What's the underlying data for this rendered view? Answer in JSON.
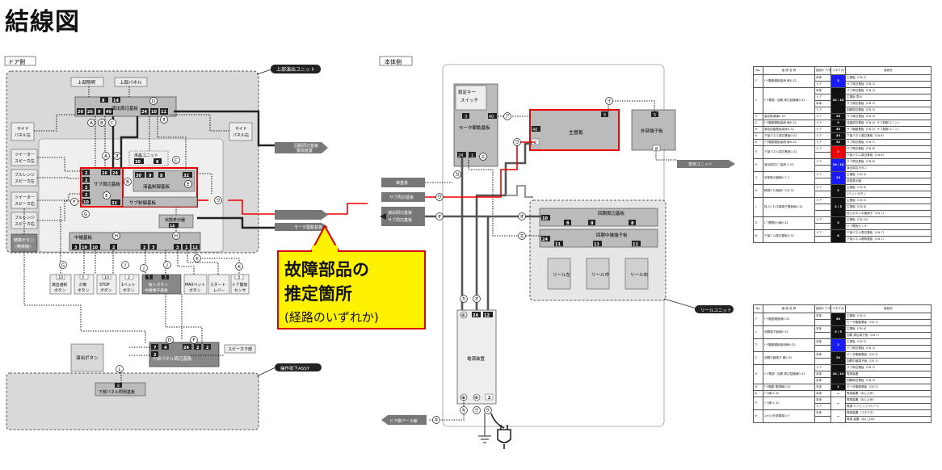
{
  "page": {
    "title": "結線図"
  },
  "sections": {
    "door_side": "ドア側",
    "body_side": "本体側",
    "upper_unit": "上部演出ユニット",
    "reel_unit": "リールユニット",
    "operation_assy": "操作部下ASSY"
  },
  "callout": {
    "line1": "故障部品の",
    "line2": "推定箇所",
    "line3": "(経路のいずれか)"
  },
  "door": {
    "upper_light": "上部照明",
    "upper_panel": "上部パネル",
    "effect_board": "演出周辺基板",
    "side_panel_l1": "サイド",
    "side_panel_l2": "パネル左",
    "side_panel_r1": "サイド",
    "side_panel_r2": "パネル右",
    "tweeter_l1": "ツイーター",
    "tweeter_l2": "スピーカ左",
    "fullrange_l1": "フルレンジ",
    "fullrange_l2": "スピーカ左",
    "tweeter_r1": "ツイーター",
    "tweeter_r2": "スピーカ右",
    "fullrange_r1": "フルレンジ",
    "fullrange_r2": "スピーカ右",
    "lcd_unit": "液晶ユニット",
    "lcd_board": "液晶制御基板",
    "sub_board": "サブ周辺基板",
    "sub_ctrl": "サブ制御基板",
    "status_ind": "状態表示器",
    "middle_relay": "中継基板",
    "btn1": "精算ボタン",
    "btn1b": "(精算機)",
    "btn_a1": "演出選択",
    "btn_a2": "ボタン",
    "btn_b1": "計数",
    "btn_b2": "ボタン",
    "btn_c1": "STOP",
    "btn_c2": "ボタン",
    "btn_d1": "1ベット",
    "btn_d2": "ボタン",
    "relay_term1": "投入ボタン",
    "relay_term2": "中継端子基板",
    "btn_e1": "MAXベット",
    "btn_e2": "ボタン",
    "btn_f1": "スタート",
    "btn_f2": "レバー",
    "btn_g1": "ドア開放",
    "btn_g2": "センサ",
    "speaker_lower": "スピーカ下部",
    "lower_panel_board": "下部パネル周辺基板",
    "effect_button": "演出ボタン",
    "lower_light_board": "下部パネル照明基板"
  },
  "body": {
    "setting_key1": "設定キー",
    "setting_key2": "スイッチ",
    "motor_board": "モータ駆動基板",
    "main_board": "主基板",
    "external_term": "外部端子板",
    "dedicated_unit": "専用ユニット",
    "door_board": "扉基板",
    "sub_periph": "サブ周辺基板",
    "effect_periph": "演出周辺基板",
    "sub_periph2": "サブ周辺基板",
    "motor_board2": "モータ駆動基板",
    "effect_periph_dev1": "回胴周辺基板",
    "effect_periph_dev2": "電源装置",
    "reel_board": "回胴周辺基板",
    "reel_relay": "回胴中継端子板",
    "reel_l": "リール左",
    "reel_c": "リール中",
    "reel_r": "リール右",
    "power": "電源装置",
    "door_ground": "ドア側アース線"
  },
  "table1": {
    "headers": [
      "No.",
      "接 続 名 称",
      "接続ドア/本体",
      "コネクタ/ピン数",
      "接続先"
    ],
    "rows": [
      {
        "no": "ア",
        "name": "ﾓｰﾀ駆動基板接続 線0-32",
        "side": [
          "本体",
          "ドア"
        ],
        "code": "3",
        "color": "blue",
        "dest": [
          "主基板（CN 2）",
          "サブ周辺基板（CN 2）"
        ]
      },
      {
        "no": "イ",
        "name": "ﾓｰﾀ電源・回胴 周辺回路線0-32",
        "side": [
          "本体",
          "ドア",
          "本体",
          "ドア"
        ],
        "code": "24 / 10",
        "color": "",
        "dest": [
          "サブ周辺基板（CN 2）",
          "主基板 表示",
          "サブ周辺基板（CN 5）",
          "回胴周辺基板（CN 5）"
        ]
      },
      {
        "no": "ウ",
        "name": "演出電源線0-32",
        "side": [
          "ドア"
        ],
        "code": "26",
        "color": "",
        "dest": [
          "サブ周辺基板（CN 3）"
        ]
      },
      {
        "no": "エ",
        "name": "ﾓｰﾀ駆動基板接続 線0-32",
        "side": [
          "ドア"
        ],
        "code": "9",
        "color": "",
        "dest": [
          "液晶周辺基板（CN 4）サブ制御ユニット"
        ]
      },
      {
        "no": "オ",
        "name": "演出回路基板接続0-32",
        "side": [
          "ドア"
        ],
        "code": "40",
        "color": "",
        "dest": [
          "サブ駆動基板（CN 5）サブ制御ユニット"
        ]
      },
      {
        "no": "カ",
        "name": "下部パネル周辺基板0-32",
        "side": [
          "ドア"
        ],
        "code": "24",
        "color": "",
        "dest": [
          "下部パネル周辺基板（CN 8）"
        ]
      },
      {
        "no": "キ",
        "name": "ﾓｰﾀ駆動基板接続 線0-32",
        "side": [
          "ドア"
        ],
        "code": "32",
        "color": "",
        "dest": [
          "サブ周辺基板（CN 1）"
        ]
      },
      {
        "no": "ク",
        "name": "下部パネル周辺基板0-32",
        "side": [
          "ドア"
        ],
        "code": "2",
        "color": "red",
        "dest": [
          "サブ周辺基板（CN 8）",
          "下部パネル周辺基板（CN 8）"
        ]
      },
      {
        "no": "ケ",
        "name": "演出周辺ｻﾌﾞ接続 0-32",
        "side": [
          "ドア"
        ],
        "code": "16 / 10",
        "color": "blue",
        "dest": [
          "サブ周辺基板（CN 6）",
          "演出周辺ボタン"
        ]
      },
      {
        "no": "コ",
        "name": "状態表示器線0-7-2",
        "side": [
          "ドア"
        ],
        "code": "14",
        "color": "blue",
        "dest": [
          "主基板（CN 3）",
          "状態表示器"
        ]
      },
      {
        "no": "サ",
        "name": "精算ﾎﾞﾀﾝ接続ﾊｰﾈｽ0-32",
        "side": [
          "ドア"
        ],
        "code": "2",
        "color": "",
        "dest": [
          "主基板（CN 9）",
          "1ベットボタン"
        ]
      },
      {
        "no": "シ",
        "name": "投入ﾎﾞﾀﾝ中継端子基板線0-32",
        "side": [
          "ドア"
        ],
        "code": "2 / 3",
        "color": "",
        "dest": [
          "主基板（CN 5）",
          "主基板（CN 8）",
          "投入ボタン中継端子（CN 1）"
        ]
      },
      {
        "no": "ス",
        "name": "ﾄﾞｱ開閉ｾﾝｻ線0-32",
        "side": [
          "ドア"
        ],
        "code": "3",
        "color": "",
        "dest": [
          "主基板（CN 10）",
          "ドア開放センサ"
        ]
      },
      {
        "no": "セ",
        "name": "下部ﾊﾟﾈﾙ周辺基板0-32",
        "side": [
          "ドア"
        ],
        "code": "8",
        "color": "",
        "dest": [
          "下部パネル周辺基板（CN 7）",
          "下部パネル照明基板（CN 1）"
        ]
      }
    ]
  },
  "table2": {
    "headers": [
      "No.",
      "接 続 名 称",
      "接続ドア/本体",
      "コネクタ/ピン数",
      "接続先"
    ],
    "rows": [
      {
        "no": "ア",
        "name": "ﾓｰﾀ駆動基板線0-32",
        "side": [
          "本体"
        ],
        "code": "40",
        "color": "",
        "dest": [
          "主基板（CN 1）",
          "モータ駆動基板（CN 1）"
        ]
      },
      {
        "no": "イ",
        "name": "回胴端子板線0-32",
        "side": [
          "本体"
        ],
        "code": "5 / 5",
        "color": "",
        "dest": [
          "主基板（CN 4）",
          "回胴 周辺端子板（CN 1）"
        ]
      },
      {
        "no": "ウ",
        "name": "ﾓｰﾀ駆動基板接続線0-32",
        "side": [
          "本体"
        ],
        "code": "2",
        "color": "blue",
        "dest": [
          "主基板（CN 2）",
          "サブ周辺基板（CN 2）"
        ]
      },
      {
        "no": "エ",
        "name": "回胴中継端子 線0-32",
        "side": [
          "本体"
        ],
        "code": "24",
        "color": "",
        "dest": [
          "モータ駆動基板（CN 3）",
          "回胴中継端子板（CN 1）"
        ]
      },
      {
        "no": "オ",
        "name": "ﾓｰﾀ電源・回胴 周辺回路線0-32",
        "side": [
          "ドア",
          "本体",
          "本体"
        ],
        "code": "24 / 10",
        "color": "",
        "dest": [
          "サブ周辺基板（CN 2）",
          "電源装置",
          "回胴周辺基板（CN 3）"
        ]
      },
      {
        "no": "カ",
        "name": "ﾓｰﾀ駆動 電源線0-32",
        "side": [
          "本体"
        ],
        "code": "1",
        "color": "",
        "dest": [
          "モータ駆動基板（CN 2）"
        ]
      },
      {
        "no": "キ",
        "name": "ｱｰｽ線 0-32",
        "side": [
          "本体"
        ],
        "code": "—",
        "color": "blank",
        "dest": [
          "電源装置（ねじ止め）"
        ]
      },
      {
        "no": "ク",
        "name": "ｱｰｽ線 0-32",
        "side": [
          "本体",
          "ドア"
        ],
        "code": "—",
        "color": "blank",
        "dest": [
          "電源装置（ねじ止め）",
          "電源 ドアヒンジプレート"
        ]
      },
      {
        "no": "ケ",
        "name": "ｺﾝｾﾝﾄ(外部電源)ｺｰﾄﾞ",
        "side": [
          "本体"
        ],
        "code": "—",
        "color": "blank",
        "dest": [
          "電源装置（コネクタ）",
          "電源 装置（ねじ止め）"
        ]
      }
    ]
  }
}
